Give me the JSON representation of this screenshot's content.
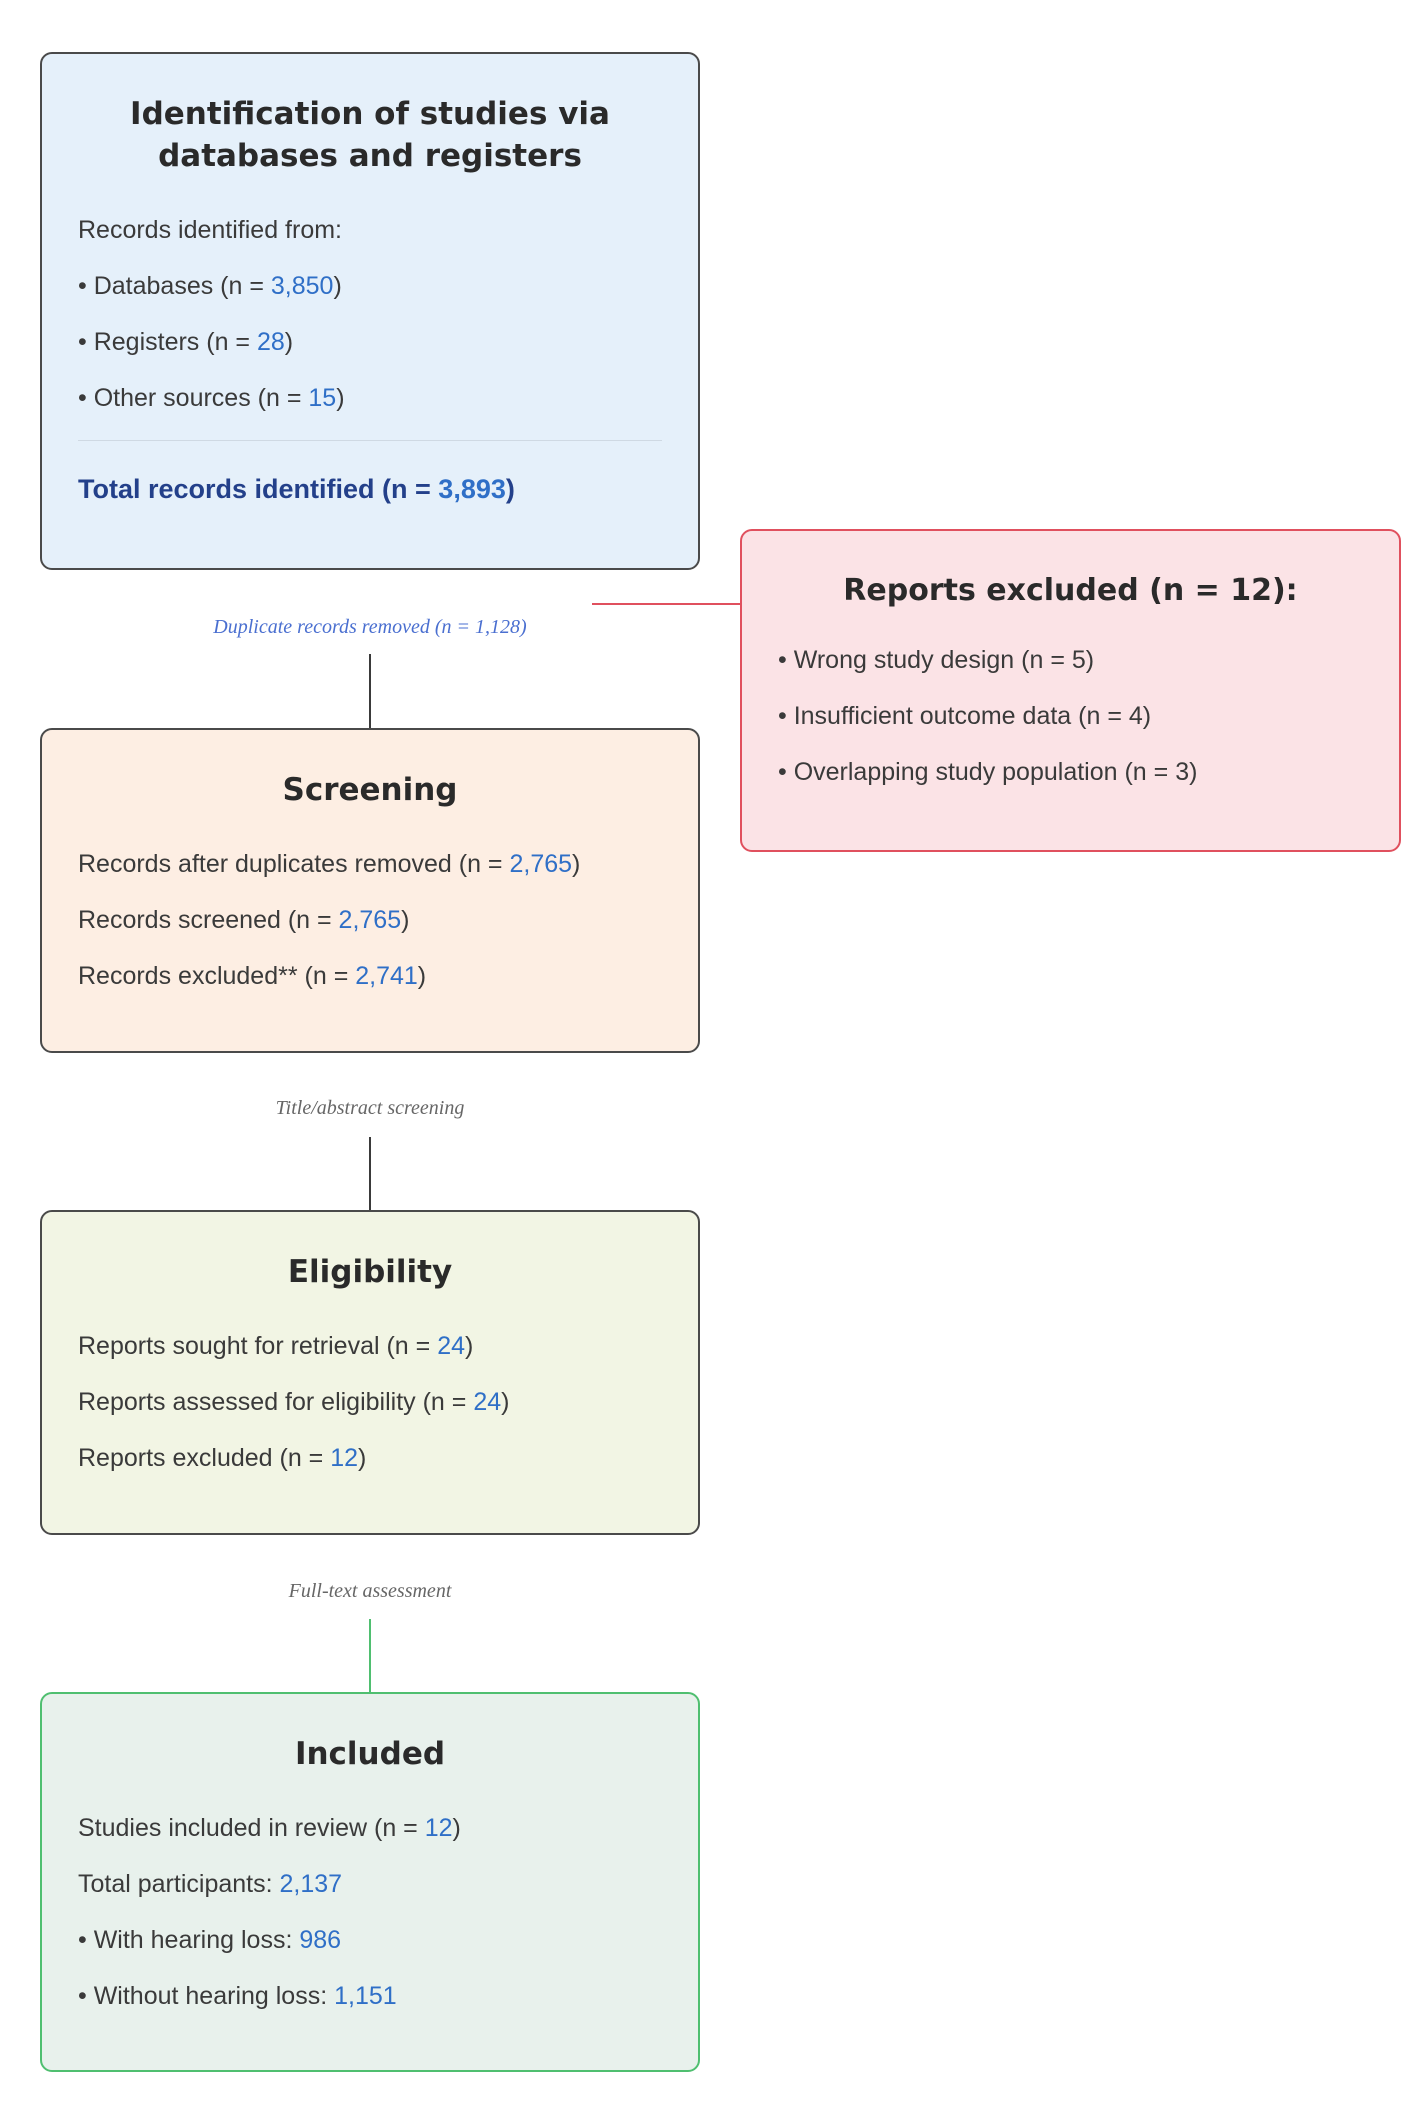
{
  "identification": {
    "title": "Identification of studies via databases and registers",
    "records_label": "Records identified from:",
    "items": [
      {
        "label": "Databases (n = ",
        "value": "3,850",
        "suffix": ")"
      },
      {
        "label": "Registers (n = ",
        "value": "28",
        "suffix": ")"
      },
      {
        "label": "Other sources (n = ",
        "value": "15",
        "suffix": ")"
      }
    ],
    "total_label": "Total records identified (n = ",
    "total_value": "3,893",
    "total_suffix": ")"
  },
  "duplicate_label": "Duplicate records removed (n = 1,128)",
  "screening": {
    "title": "Screening",
    "items": [
      {
        "label": "Records after duplicates removed (n = ",
        "value": "2,765",
        "suffix": ")"
      },
      {
        "label": "Records screened (n = ",
        "value": "2,765",
        "suffix": ")"
      },
      {
        "label": "Records excluded** (n = ",
        "value": "2,741",
        "suffix": ")"
      }
    ]
  },
  "screening_label": "Title/abstract screening",
  "eligibility": {
    "title": "Eligibility",
    "items": [
      {
        "label": "Reports sought for retrieval (n = ",
        "value": "24",
        "suffix": ")"
      },
      {
        "label": "Reports assessed for eligibility (n = ",
        "value": "24",
        "suffix": ")"
      },
      {
        "label": "Reports excluded (n = ",
        "value": "12",
        "suffix": ")"
      }
    ]
  },
  "fulltext_label": "Full-text assessment",
  "included": {
    "title": "Included",
    "items": [
      {
        "label": "Studies included in review (n = ",
        "value": "12",
        "suffix": ")"
      },
      {
        "label": "Total participants: ",
        "value": "2,137",
        "suffix": ""
      },
      {
        "label": "With hearing loss: ",
        "value": "986",
        "suffix": ""
      },
      {
        "label": "Without hearing loss: ",
        "value": "1,151",
        "suffix": ""
      }
    ]
  },
  "excluded": {
    "title": "Reports excluded (n = 12):",
    "items": [
      "Wrong study design (n = 5)",
      "Insufficient outcome data (n = 4)",
      "Overlapping study population (n = 3)"
    ]
  },
  "colors": {
    "identification_bg": "#e5f0fa",
    "screening_bg": "#fdeee3",
    "eligibility_bg": "#f2f5e4",
    "included_bg": "#e8f1ec",
    "included_border": "#4fbf70",
    "excluded_bg": "#fbe3e6",
    "excluded_border": "#e0505e",
    "number_accent": "#2f6fc7"
  }
}
